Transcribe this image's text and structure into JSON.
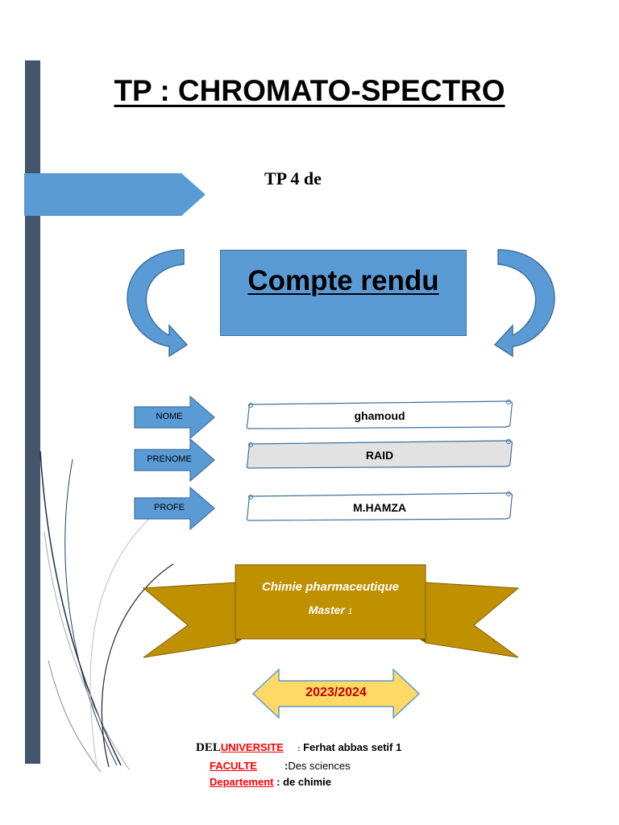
{
  "header": {
    "title": "TP : CHROMATO-SPECTRO",
    "subtitle": "TP 4 de",
    "report_title": "Compte rendu"
  },
  "fields": [
    {
      "label": "NOME",
      "value": "ghamoud"
    },
    {
      "label": "PRENOME",
      "value": "RAID"
    },
    {
      "label": "PROFE",
      "value": "M.HAMZA"
    }
  ],
  "banner": {
    "line1": "Chimie pharmaceutique",
    "line2": "Master",
    "level": "1"
  },
  "year": "2023/2024",
  "footer": {
    "prefix": "DEL",
    "university_label": "UNIVERSITE",
    "university_sep": ":",
    "university_value": "Ferhat abbas setif 1",
    "faculty_label": "FACULTE",
    "faculty_sep": ":",
    "faculty_value": "Des sciences",
    "department_label": "Departement",
    "department_sep": ":",
    "department_value": "de chimie"
  },
  "colors": {
    "sidebar": "#44546a",
    "accent_blue": "#5b9bd5",
    "banner_gold": "#bf9000",
    "year_arrow": "#ffd966",
    "year_text": "#c00000",
    "footer_label": "#ff0000"
  }
}
